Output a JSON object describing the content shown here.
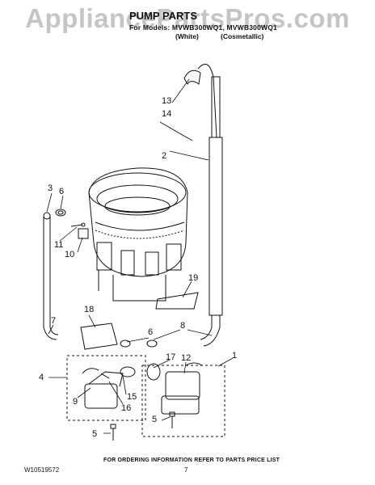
{
  "watermark": "AppliancePartsPros.com",
  "header": {
    "title": "PUMP PARTS",
    "models_line": "For Models: MVWB300WQ1, MVWB300WQ1",
    "variant_white": "(White)",
    "variant_cosmetallic": "(Cosmetallic)"
  },
  "callouts": [
    "13",
    "14",
    "2",
    "3",
    "6",
    "11",
    "10",
    "19",
    "18",
    "7",
    "6",
    "8",
    "1",
    "17",
    "12",
    "4",
    "9",
    "16",
    "15",
    "5",
    "5"
  ],
  "footer": {
    "ordering_note": "FOR ORDERING INFORMATION REFER TO PARTS PRICE LIST",
    "doc_number": "W10519572",
    "page_number": "7"
  },
  "colors": {
    "line": "#111111",
    "watermark": "#999999"
  }
}
